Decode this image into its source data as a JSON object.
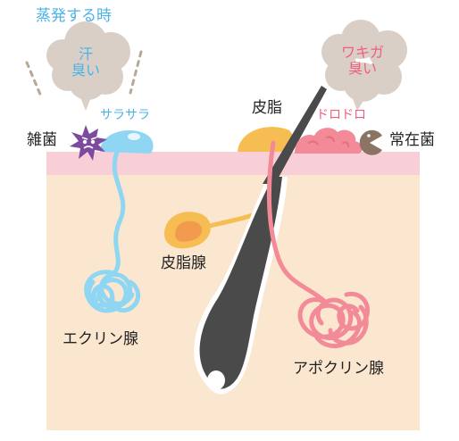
{
  "header": {
    "title": "蒸発する時"
  },
  "bubbles": {
    "sweat": {
      "line1": "汗",
      "line2": "臭い"
    },
    "wakiga": {
      "line1": "ワキガ",
      "line2": "臭い"
    }
  },
  "labels": {
    "saraasara": "サラサラ",
    "dorodoro": "ドロドロ",
    "zakkin": "雑菌",
    "hishi": "皮脂",
    "joizaikin": "常在菌",
    "hishisen": "皮脂腺",
    "eccrine": "エクリン腺",
    "apocrine": "アポクリン腺"
  },
  "colors": {
    "skin": "#fbe6d0",
    "skin_surface": "#f8cfd6",
    "eccrine": "#8fd6f2",
    "apocrine": "#f28a98",
    "sebum": "#f6be52",
    "hair": "#4a4a4a",
    "cloud": "#d9cfc6",
    "bacteria": "#7e4aa0",
    "resident_bacteria": "#8a7564"
  }
}
